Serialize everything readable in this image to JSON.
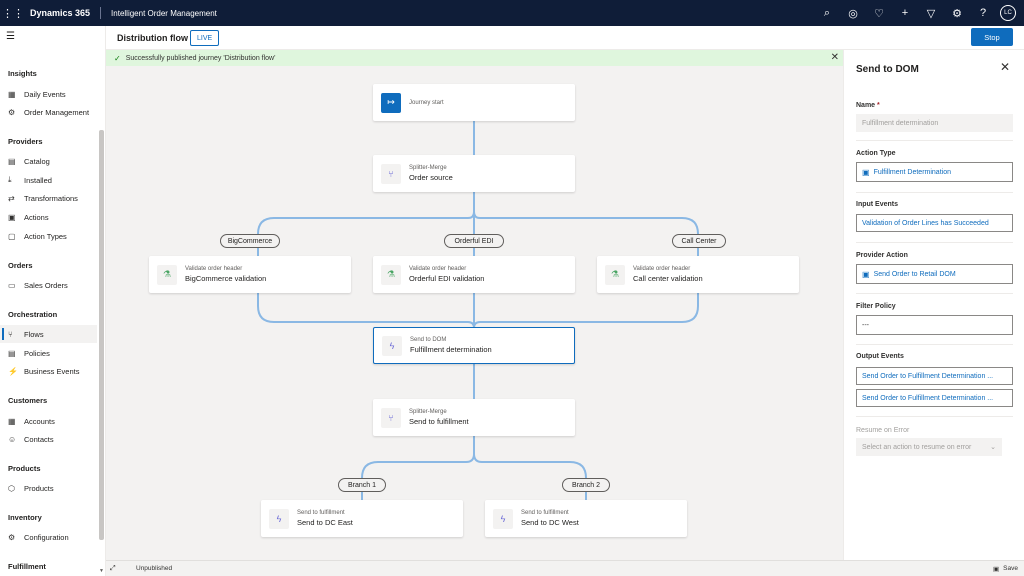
{
  "topbar": {
    "brand": "Dynamics 365",
    "app_name": "Intelligent Order Management",
    "avatar_initials": "LC",
    "background": "#0f1d38"
  },
  "sidebar": {
    "groups": [
      {
        "label": "Insights",
        "items": [
          {
            "label": "Daily Events",
            "icon": "calendar-icon"
          },
          {
            "label": "Order Management",
            "icon": "gear-icon"
          }
        ]
      },
      {
        "label": "Providers",
        "items": [
          {
            "label": "Catalog",
            "icon": "catalog-icon"
          },
          {
            "label": "Installed",
            "icon": "download-icon"
          },
          {
            "label": "Transformations",
            "icon": "transform-icon"
          },
          {
            "label": "Actions",
            "icon": "actions-icon"
          },
          {
            "label": "Action Types",
            "icon": "action-types-icon"
          }
        ]
      },
      {
        "label": "Orders",
        "items": [
          {
            "label": "Sales Orders",
            "icon": "document-icon"
          }
        ]
      },
      {
        "label": "Orchestration",
        "items": [
          {
            "label": "Flows",
            "icon": "flow-icon",
            "active": true
          },
          {
            "label": "Policies",
            "icon": "policy-icon"
          },
          {
            "label": "Business Events",
            "icon": "events-icon"
          }
        ]
      },
      {
        "label": "Customers",
        "items": [
          {
            "label": "Accounts",
            "icon": "accounts-icon"
          },
          {
            "label": "Contacts",
            "icon": "contact-icon"
          }
        ]
      },
      {
        "label": "Products",
        "items": [
          {
            "label": "Products",
            "icon": "box-icon"
          }
        ]
      },
      {
        "label": "Inventory",
        "items": [
          {
            "label": "Configuration",
            "icon": "gear-icon"
          }
        ]
      },
      {
        "label": "Fulfillment",
        "items": []
      }
    ]
  },
  "header": {
    "title": "Distribution flow",
    "status_badge": "LIVE",
    "stop_label": "Stop"
  },
  "banner": {
    "message": "Successfully published journey 'Distribution flow'"
  },
  "flow": {
    "journey_start": {
      "title": "Journey start"
    },
    "order_source": {
      "subtitle": "Splitter-Merge",
      "title": "Order source"
    },
    "branches_top": [
      "BigCommerce",
      "Orderful EDI",
      "Call Center"
    ],
    "validations": [
      {
        "subtitle": "Validate order header",
        "title": "BigCommerce validation"
      },
      {
        "subtitle": "Validate order header",
        "title": "Orderful EDI validation"
      },
      {
        "subtitle": "Validate order header",
        "title": "Call center validation"
      }
    ],
    "send_dom": {
      "subtitle": "Send to DOM",
      "title": "Fulfillment determination"
    },
    "send_fulfillment": {
      "subtitle": "Splitter-Merge",
      "title": "Send to fulfillment"
    },
    "branches_bottom": [
      "Branch 1",
      "Branch 2"
    ],
    "destinations": [
      {
        "subtitle": "Send to fulfillment",
        "title": "Send to DC East"
      },
      {
        "subtitle": "Send to fulfillment",
        "title": "Send to DC West"
      }
    ]
  },
  "bottombar": {
    "status": "Unpublished",
    "save_label": "Save"
  },
  "panel": {
    "title": "Send to DOM",
    "name_label": "Name",
    "name_value": "Fulfillment determination",
    "action_type_label": "Action Type",
    "action_type_value": "Fulfillment Determination",
    "input_events_label": "Input Events",
    "input_events_value": "Validation of Order Lines has Succeeded",
    "provider_action_label": "Provider Action",
    "provider_action_value": "Send Order to Retail DOM",
    "filter_policy_label": "Filter Policy",
    "filter_policy_value": "---",
    "output_events_label": "Output Events",
    "output_events": [
      "Send Order to Fulfillment Determination ...",
      "Send Order to Fulfillment Determination ..."
    ],
    "resume_label": "Resume on Error",
    "resume_placeholder": "Select an action to resume on error"
  },
  "colors": {
    "accent": "#0f6cbd",
    "connector": "#8ab8e4",
    "success_bg": "#dff6dd"
  }
}
